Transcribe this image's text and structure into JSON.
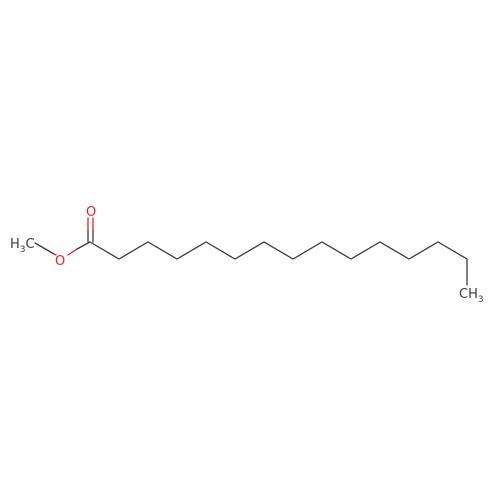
{
  "molecule": {
    "atoms": {
      "methyl_left": {
        "main": "H",
        "sub": "3",
        "tail": "C"
      },
      "ether_oxygen": {
        "main": "O"
      },
      "carbonyl_oxygen": {
        "main": "O"
      },
      "methyl_right": {
        "main": "CH",
        "sub": "3"
      }
    }
  },
  "colors": {
    "bond": "#3c3c3c",
    "carbon_label": "#3c3c3c",
    "oxygen_label": "#e8202a"
  }
}
